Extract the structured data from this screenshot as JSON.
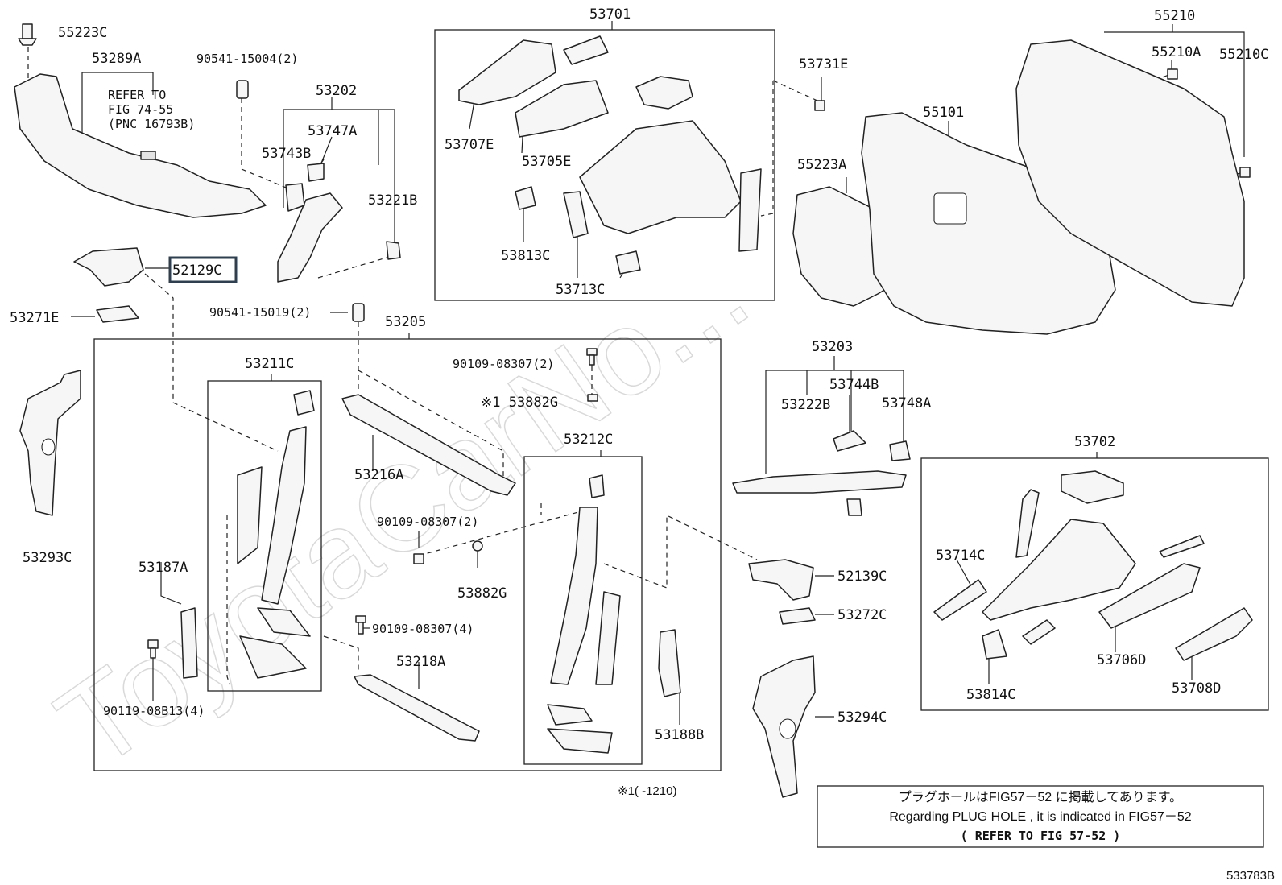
{
  "labels": {
    "p55223C": "55223C",
    "p53289A": "53289A",
    "refer1": "REFER TO",
    "refer2": "FIG 74-55",
    "refer3": "(PNC 16793B)",
    "p90541_15004": "90541-15004(2)",
    "p53202": "53202",
    "p53747A": "53747A",
    "p53743B": "53743B",
    "p53221B": "53221B",
    "p52129C": "52129C",
    "p53271E": "53271E",
    "p90541_15019": "90541-15019(2)",
    "p53205": "53205",
    "p53211C": "53211C",
    "p90109_08307a": "90109-08307(2)",
    "p53882G_star": "※1 53882G",
    "p53216A": "53216A",
    "p53212C": "53212C",
    "p90109_08307b": "90109-08307(2)",
    "p53882G": "53882G",
    "p53293C": "53293C",
    "p53187A": "53187A",
    "p90109_08307c": "90109-08307(4)",
    "p53218A": "53218A",
    "p90119_08B13": "90119-08B13(4)",
    "p53188B": "53188B",
    "p53701": "53701",
    "p53707E": "53707E",
    "p53705E": "53705E",
    "p53813C": "53813C",
    "p53713C": "53713C",
    "p53731E": "53731E",
    "p55210": "55210",
    "p55210A": "55210A",
    "p55210C": "55210C",
    "p55101": "55101",
    "p55223A": "55223A",
    "p53203": "53203",
    "p53744B": "53744B",
    "p53222B": "53222B",
    "p53748A": "53748A",
    "p52139C": "52139C",
    "p53272C": "53272C",
    "p53294C": "53294C",
    "p53702": "53702",
    "p53714C": "53714C",
    "p53706D": "53706D",
    "p53814C": "53814C",
    "p53708D": "53708D"
  },
  "footnote": "※1(      -1210)",
  "note": {
    "line1": "プラグホールはFIG57－52 に掲載してあります。",
    "line2": "Regarding  PLUG HOLE , it is indicated in FIG57－52",
    "line3": "(  REFER TO FIG 57-52 )"
  },
  "diagram_id": "533783B",
  "watermark": "ToyotaCarNo..."
}
